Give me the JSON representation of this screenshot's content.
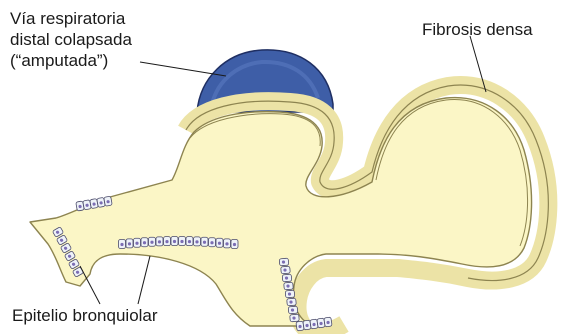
{
  "labels": {
    "collapsed_airway": {
      "line1": "Vía respiratoria",
      "line2": "distal colapsada",
      "line3": "(“amputada”)"
    },
    "dense_fibrosis": "Fibrosis densa",
    "bronchiolar_epithelium": "Epitelio bronquiolar"
  },
  "colors": {
    "lumen": "#fbf6c6",
    "fibrosis_band": "#ece3a6",
    "fibrosis_line": "#8d8450",
    "collapsed_airway": "#3e5ea7",
    "epithelial_cell": "#eef2f8",
    "epithelial_nucleus": "#7b6db3"
  }
}
